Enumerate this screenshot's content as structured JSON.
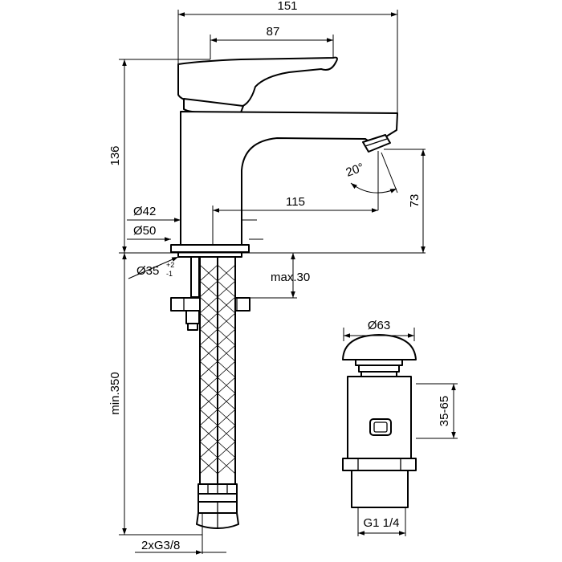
{
  "dimensions": {
    "total_width": "151",
    "handle_length": "87",
    "total_height": "136",
    "spout_reach": "115",
    "base_diameter_top": "Ø42",
    "base_diameter": "Ø50",
    "hole_diameter": "Ø35",
    "hole_tol_plus": "+2",
    "hole_tol_minus": "-1",
    "deck_thickness": "max.30",
    "hose_length": "min.350",
    "spout_angle": "20°",
    "spout_height": "73",
    "hose_connection": "2xG3/8",
    "waste_diameter": "Ø63",
    "waste_range": "35-65",
    "waste_thread": "G1 1/4"
  }
}
